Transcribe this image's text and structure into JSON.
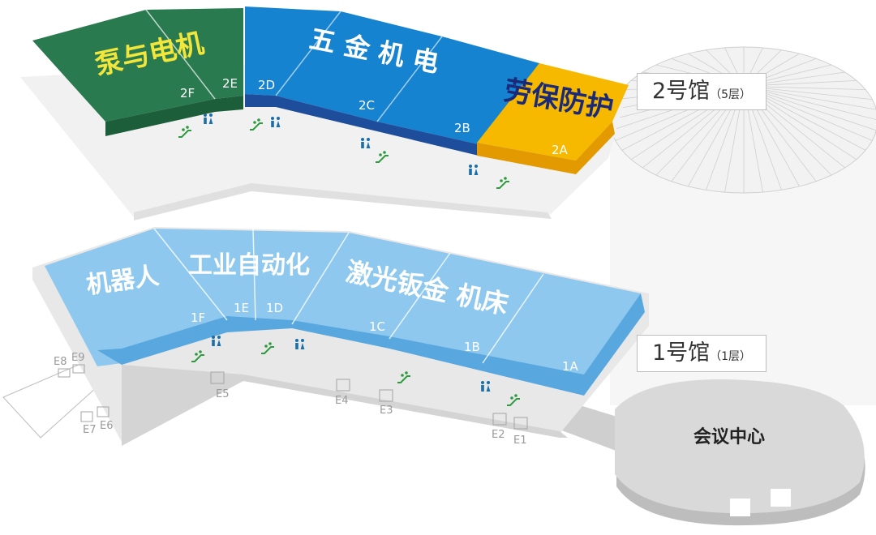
{
  "floors": {
    "upper": {
      "hall_label": "2号馆",
      "levels_label": "（5层）",
      "zones": [
        {
          "title": "泵与电机",
          "color": "#2a7a50"
        },
        {
          "title": "五  金  机  电",
          "color": "#1583cf"
        },
        {
          "title": "劳保防护",
          "color": "#f6b900"
        }
      ],
      "halls": [
        "2F",
        "2E",
        "2D",
        "2C",
        "2B",
        "2A"
      ]
    },
    "lower": {
      "hall_label": "1号馆",
      "levels_label": "（1层）",
      "zones": [
        {
          "title": "机器人",
          "color": "#8ec8ee"
        },
        {
          "title": "工业自动化",
          "color": "#8ec8ee"
        },
        {
          "title": "激光钣金  机床",
          "color": "#8ec8ee"
        }
      ],
      "halls": [
        "1F",
        "1E",
        "1D",
        "1C",
        "1B",
        "1A"
      ]
    }
  },
  "exits": [
    "E1",
    "E2",
    "E3",
    "E4",
    "E5",
    "E6",
    "E7",
    "E8",
    "E9"
  ],
  "conference": {
    "label": "会议中心"
  },
  "icons": [
    "restroom-icon",
    "escalator-icon"
  ]
}
